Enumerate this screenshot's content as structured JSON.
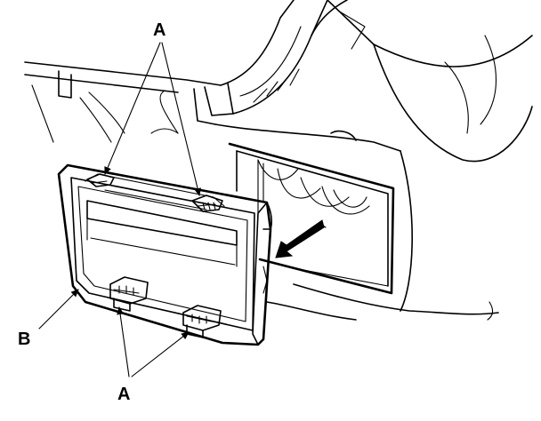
{
  "callouts": {
    "clip_top": "A",
    "clip_bottom": "A",
    "bezel": "B"
  },
  "colors": {
    "ink": "#000000",
    "paper": "#ffffff"
  }
}
